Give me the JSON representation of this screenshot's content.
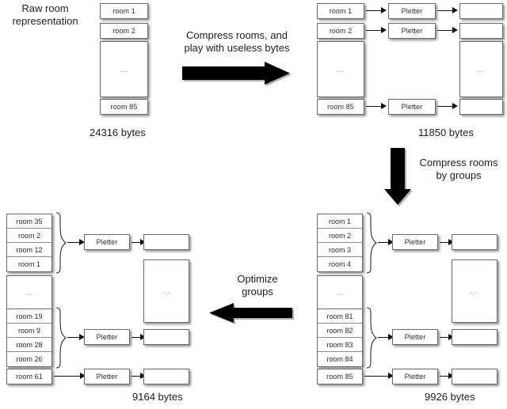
{
  "diagram": {
    "title_label": "Raw room representation",
    "stage1": {
      "name": "Raw room representation",
      "rooms": [
        "room 1",
        "room 2"
      ],
      "ellipsis": "...",
      "last_room": "room 85",
      "size": "24316 bytes"
    },
    "transition1": {
      "line1": "Compress rooms, and",
      "line2": "play with useless bytes",
      "direction": "right"
    },
    "stage2": {
      "rows": [
        {
          "room": "room 1",
          "tool": "Pletter",
          "output": ""
        },
        {
          "room": "room 2",
          "tool": "Pletter",
          "output": ""
        }
      ],
      "ellipsis": "...",
      "output_ellipsis": "...",
      "last_row": {
        "room": "room 85",
        "tool": "Pletter",
        "output": ""
      },
      "size": "11850 bytes"
    },
    "transition2": {
      "line1": "Compress rooms",
      "line2": "by groups",
      "direction": "down"
    },
    "stage3": {
      "groups": [
        {
          "rooms": [
            "room 1",
            "room 2",
            "room 3",
            "room 4"
          ],
          "tool": "Pletter",
          "output": ""
        },
        {
          "rooms": [
            "room 81",
            "room 82",
            "room 83",
            "room 84"
          ],
          "tool": "Pletter",
          "output": ""
        }
      ],
      "ellipsis": "...",
      "output_ellipsis": "...",
      "single": {
        "room": "room 85",
        "tool": "Pletter",
        "output": ""
      },
      "size": "9926 bytes"
    },
    "transition3": {
      "line1": "Optimize",
      "line2": "groups",
      "direction": "left"
    },
    "stage4": {
      "groups": [
        {
          "rooms": [
            "room 35",
            "room 2",
            "room 12",
            "room 1"
          ],
          "tool": "Pletter",
          "output": ""
        },
        {
          "rooms": [
            "room 19",
            "room 9",
            "room 28",
            "room 26"
          ],
          "tool": "Pletter",
          "output": ""
        }
      ],
      "ellipsis": "...",
      "output_ellipsis": "...",
      "single": {
        "room": "room 61",
        "tool": "Pletter",
        "output": ""
      },
      "size": "9164 bytes"
    }
  },
  "colors": {
    "background": "#ffffff",
    "box_border": "#6b6b6b",
    "arrow": "#000000",
    "text": "#1e1e1e",
    "muted_text": "#8d8d8d"
  }
}
